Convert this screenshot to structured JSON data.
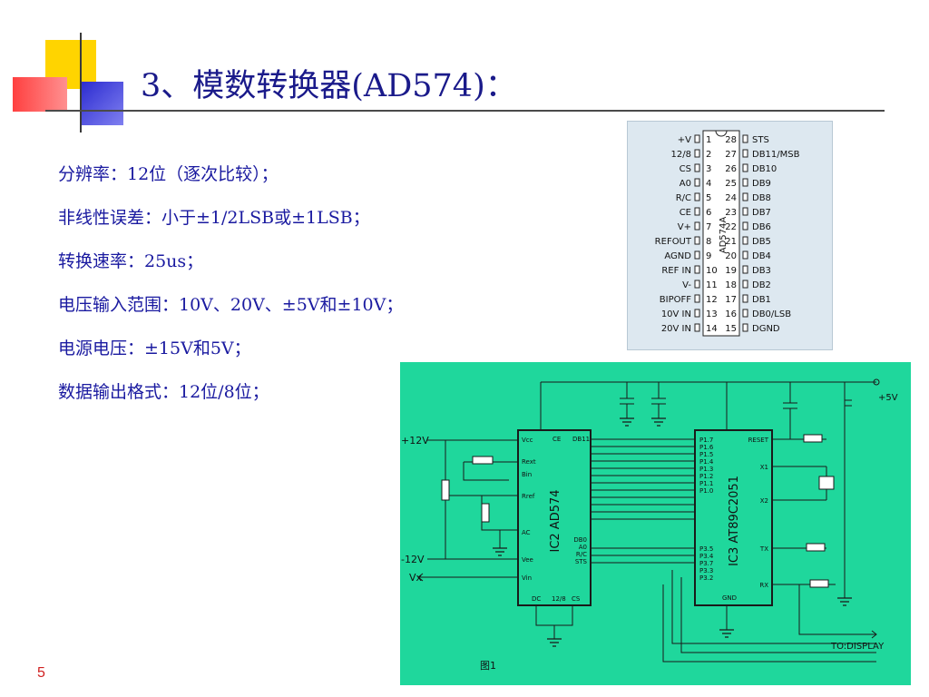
{
  "title": "3、模数转换器(AD574)：",
  "bullets": [
    "分辨率：12位（逐次比较）；",
    "非线性误差：小于±1/2LSB或±1LSB；",
    "转换速率：25us；",
    "电压输入范围：10V、20V、±5V和±10V；",
    "电源电压：±15V和5V；",
    "数据输出格式：12位/8位；"
  ],
  "page_number": "5",
  "colors": {
    "title": "#1a1a8a",
    "bullet_text": "#1a1aa0",
    "schematic_bg": "#1fd79c",
    "pinout_bg": "#dde8f0",
    "deco_yellow": "#ffd400",
    "deco_red": "#ff4a4a",
    "deco_blue": "#2a2ad0"
  },
  "pinout": {
    "chip_label": "AD574A",
    "left_pins": [
      {
        "name": "+V",
        "num": "1"
      },
      {
        "name": "12/8",
        "num": "2"
      },
      {
        "name": "CS",
        "num": "3"
      },
      {
        "name": "A0",
        "num": "4"
      },
      {
        "name": "R/C",
        "num": "5"
      },
      {
        "name": "CE",
        "num": "6"
      },
      {
        "name": "V+",
        "num": "7"
      },
      {
        "name": "REFOUT",
        "num": "8"
      },
      {
        "name": "AGND",
        "num": "9"
      },
      {
        "name": "REF IN",
        "num": "10"
      },
      {
        "name": "V-",
        "num": "11"
      },
      {
        "name": "BIPOFF",
        "num": "12"
      },
      {
        "name": "10V IN",
        "num": "13"
      },
      {
        "name": "20V IN",
        "num": "14"
      }
    ],
    "right_pins": [
      {
        "name": "STS",
        "num": "28"
      },
      {
        "name": "DB11/MSB",
        "num": "27"
      },
      {
        "name": "DB10",
        "num": "26"
      },
      {
        "name": "DB9",
        "num": "25"
      },
      {
        "name": "DB8",
        "num": "24"
      },
      {
        "name": "DB7",
        "num": "23"
      },
      {
        "name": "DB6",
        "num": "22"
      },
      {
        "name": "DB5",
        "num": "21"
      },
      {
        "name": "DB4",
        "num": "20"
      },
      {
        "name": "DB3",
        "num": "19"
      },
      {
        "name": "DB2",
        "num": "18"
      },
      {
        "name": "DB1",
        "num": "17"
      },
      {
        "name": "DB0/LSB",
        "num": "16"
      },
      {
        "name": "DGND",
        "num": "15"
      }
    ]
  },
  "schematic": {
    "ic2_label": "IC2 AD574",
    "ic3_label": "IC3 AT89C2051",
    "ic2_pins_left": [
      "Vcc",
      "Rext",
      "Bin",
      "Rref",
      "AC",
      "Vee",
      "Vin"
    ],
    "ic2_pins_top": [
      "CE",
      "DB11"
    ],
    "ic2_pins_right_bottom": [
      "DB0",
      "A0",
      "R/C",
      "STS"
    ],
    "ic2_pins_bottom": [
      "DC",
      "12/8",
      "CS"
    ],
    "ic3_pins_left": [
      "P1.7",
      "P1.6",
      "P1.5",
      "P1.4",
      "P1.3",
      "P1.2",
      "P1.1",
      "P1.0",
      "P3.5",
      "P3.4",
      "P3.7",
      "P3.3",
      "P3.2"
    ],
    "ic3_pins_right": [
      "RESET",
      "X1",
      "X2",
      "TX",
      "RX"
    ],
    "ic3_gnd": "GND",
    "supply_plus12": "+12V",
    "supply_minus12": "-12V",
    "supply_plus5": "+5V",
    "vx": "Vx",
    "to_display": "TO:DISPLAY",
    "figure_label": "图1"
  }
}
